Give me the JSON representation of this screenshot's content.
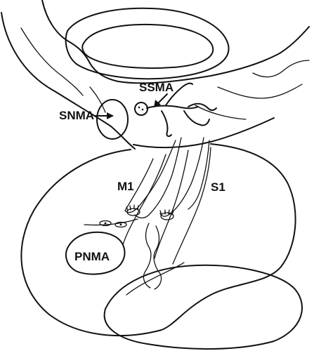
{
  "diagram": {
    "labels": {
      "ssma": "SSMA",
      "snma": "SNMA",
      "m1": "M1",
      "s1": "S1",
      "pnma": "PNMA"
    },
    "colors": {
      "ink": "#111111",
      "background": "#ffffff"
    }
  }
}
